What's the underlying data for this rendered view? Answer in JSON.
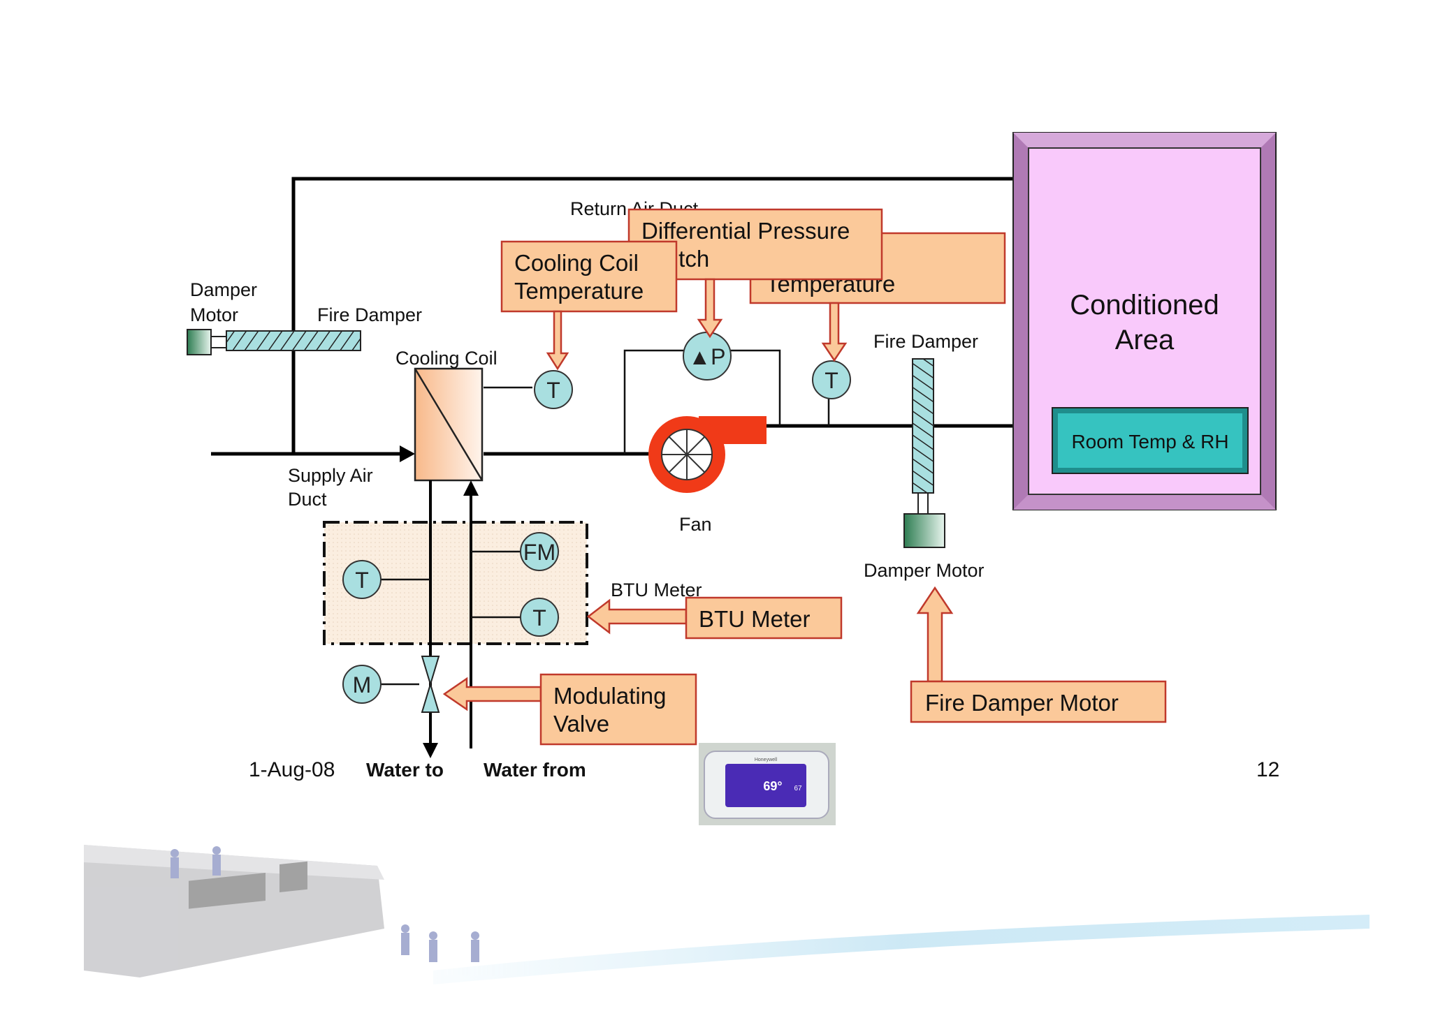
{
  "labels": {
    "return_air_duct": "Return Air Duct",
    "damper_motor_left_1": "Damper",
    "damper_motor_left_2": "Motor",
    "fire_damper_left": "Fire Damper",
    "cooling_coil": "Cooling Coil",
    "supply_air_duct_1": "Supply Air",
    "supply_air_duct_2": "Duct",
    "fan": "Fan",
    "fire_damper_right": "Fire Damper",
    "damper_motor_right": "Damper Motor",
    "btu_meter_plain": "BTU Meter",
    "water_to": "Water to",
    "water_from": "Water from",
    "date": "1-Aug-08",
    "page_number": "12"
  },
  "area": {
    "line1": "Conditioned",
    "line2": "Area",
    "room_sensor": "Room Temp & RH"
  },
  "instruments": {
    "t": "T",
    "fm": "FM",
    "m": "M",
    "dp": "▲P"
  },
  "callouts": {
    "cooling_coil_temp_1": "Cooling Coil",
    "cooling_coil_temp_2": "Temperature",
    "diff_pressure_1": "Differential Pressure",
    "diff_pressure_2": "Switch",
    "temperature_back": "Temperature",
    "btu_meter": "BTU Meter",
    "modulating_valve_1": "Modulating",
    "modulating_valve_2": "Valve",
    "fire_damper_motor": "Fire Damper Motor"
  },
  "thermostat": {
    "brand": "Honeywell",
    "reading": "69°",
    "outdoor": "67"
  },
  "colors": {
    "callout_fill": "#fbc99a",
    "callout_border": "#c0392b",
    "area_fill": "#f9c9fb",
    "area_frame": "#b07ab5",
    "sensor_fill": "#36c3c0",
    "instrument_fill": "#a9dfe0",
    "fan_red": "#f03a18"
  }
}
